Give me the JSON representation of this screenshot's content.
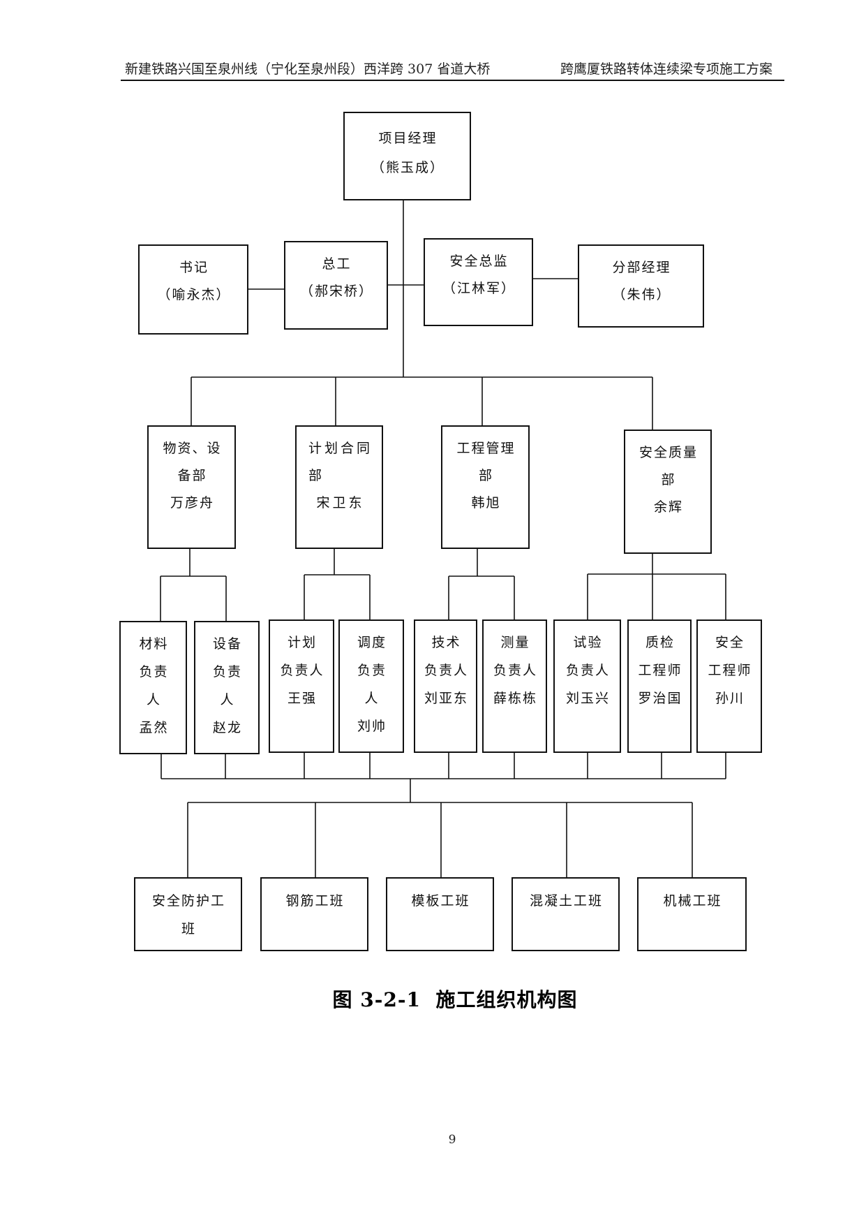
{
  "header": {
    "left": "新建铁路兴国至泉州线（宁化至泉州段）西洋跨 307 省道大桥",
    "right": "跨鹰厦铁路转体连续梁专项施工方案"
  },
  "org_chart": {
    "project_manager": {
      "title": "项目经理",
      "name": "（熊玉成）"
    },
    "leaders": [
      {
        "title": "书记",
        "name": "（喻永杰）"
      },
      {
        "title": "总工",
        "name": "（郝宋桥）"
      },
      {
        "title": "安全总监",
        "name": "（江林军）"
      },
      {
        "title": "分部经理",
        "name": "（朱伟）"
      }
    ],
    "departments": [
      {
        "lines": [
          "物资、设",
          "备部"
        ],
        "name": "万彦舟"
      },
      {
        "lines": [
          "计划合同",
          "部"
        ],
        "name": "宋卫东"
      },
      {
        "lines": [
          "工程管理",
          "部"
        ],
        "name": "韩旭"
      },
      {
        "lines": [
          "安全质量",
          "部"
        ],
        "name": "余辉"
      }
    ],
    "positions": [
      {
        "lines": [
          "材料",
          "负责",
          "人"
        ],
        "name": "孟然"
      },
      {
        "lines": [
          "设备",
          "负责",
          "人"
        ],
        "name": "赵龙"
      },
      {
        "lines": [
          "计划",
          "负责人"
        ],
        "name": "王强"
      },
      {
        "lines": [
          "调度",
          "负责",
          "人"
        ],
        "name": "刘帅"
      },
      {
        "lines": [
          "技术",
          "负责人"
        ],
        "name": "刘亚东"
      },
      {
        "lines": [
          "测量",
          "负责人"
        ],
        "name": "薛栋栋"
      },
      {
        "lines": [
          "试验",
          "负责人"
        ],
        "name": "刘玉兴"
      },
      {
        "lines": [
          "质检",
          "工程师"
        ],
        "name": "罗治国"
      },
      {
        "lines": [
          "安全",
          "工程师"
        ],
        "name": "孙川"
      }
    ],
    "teams": [
      {
        "lines": [
          "安全防护工",
          "班"
        ]
      },
      {
        "lines": [
          "钢筋工班"
        ]
      },
      {
        "lines": [
          "模板工班"
        ]
      },
      {
        "lines": [
          "混凝土工班"
        ]
      },
      {
        "lines": [
          "机械工班"
        ]
      }
    ]
  },
  "caption": "图 3-2-1  施工组织机构图",
  "page_number": "9"
}
